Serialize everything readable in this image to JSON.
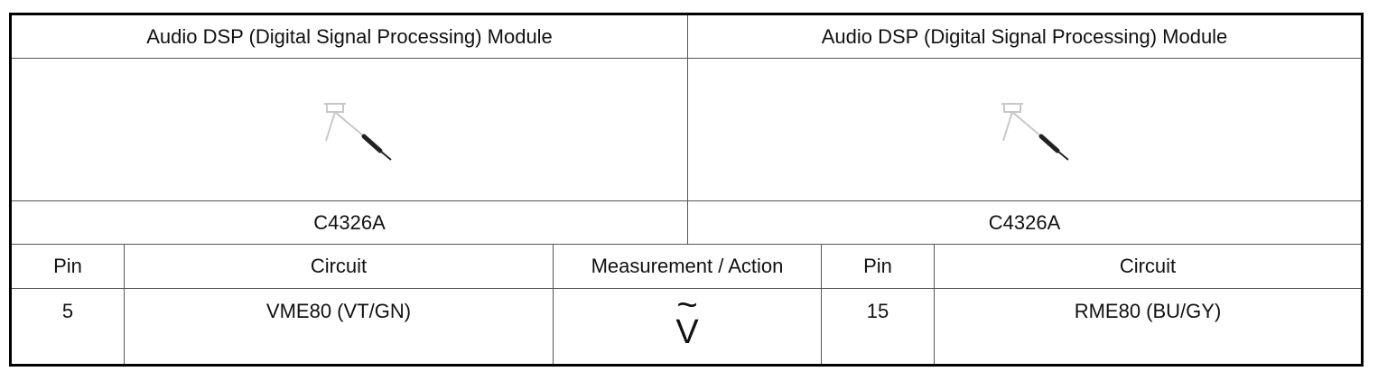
{
  "connectors": [
    {
      "module": "Audio DSP (Digital Signal Processing) Module",
      "connector": "C4326A",
      "probe_icon": "meter-probe-icon"
    },
    {
      "module": "Audio DSP (Digital Signal Processing) Module",
      "connector": "C4326A",
      "probe_icon": "meter-probe-icon"
    }
  ],
  "headers": {
    "pin_left": "Pin",
    "circuit_left": "Circuit",
    "measurement": "Measurement / Action",
    "pin_right": "Pin",
    "circuit_right": "Circuit"
  },
  "row": {
    "pin_left": "5",
    "circuit_left": "VME80 (VT/GN)",
    "measurement_icon": "ac-voltage-icon",
    "measurement_symbol_top": "~",
    "measurement_symbol": "V",
    "pin_right": "15",
    "circuit_right": "RME80 (BU/GY)"
  }
}
